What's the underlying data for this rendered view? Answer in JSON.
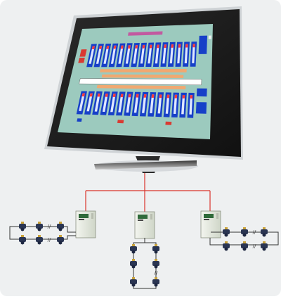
{
  "screen": {
    "title": "",
    "background": "#9ccabe",
    "tile_blue": "#1740c8",
    "tile_cells": 15,
    "tile_rows": 2
  },
  "network": {
    "wire_color": "#d9332b",
    "bus_color": "#333333",
    "panels": 3
  },
  "colors": {
    "page_bg": "#eef0f1",
    "bezel": "#1b1b1b",
    "panel_box": "#e6eadf",
    "detector_body": "#2a3552",
    "detector_cap": "#c9a23a"
  }
}
